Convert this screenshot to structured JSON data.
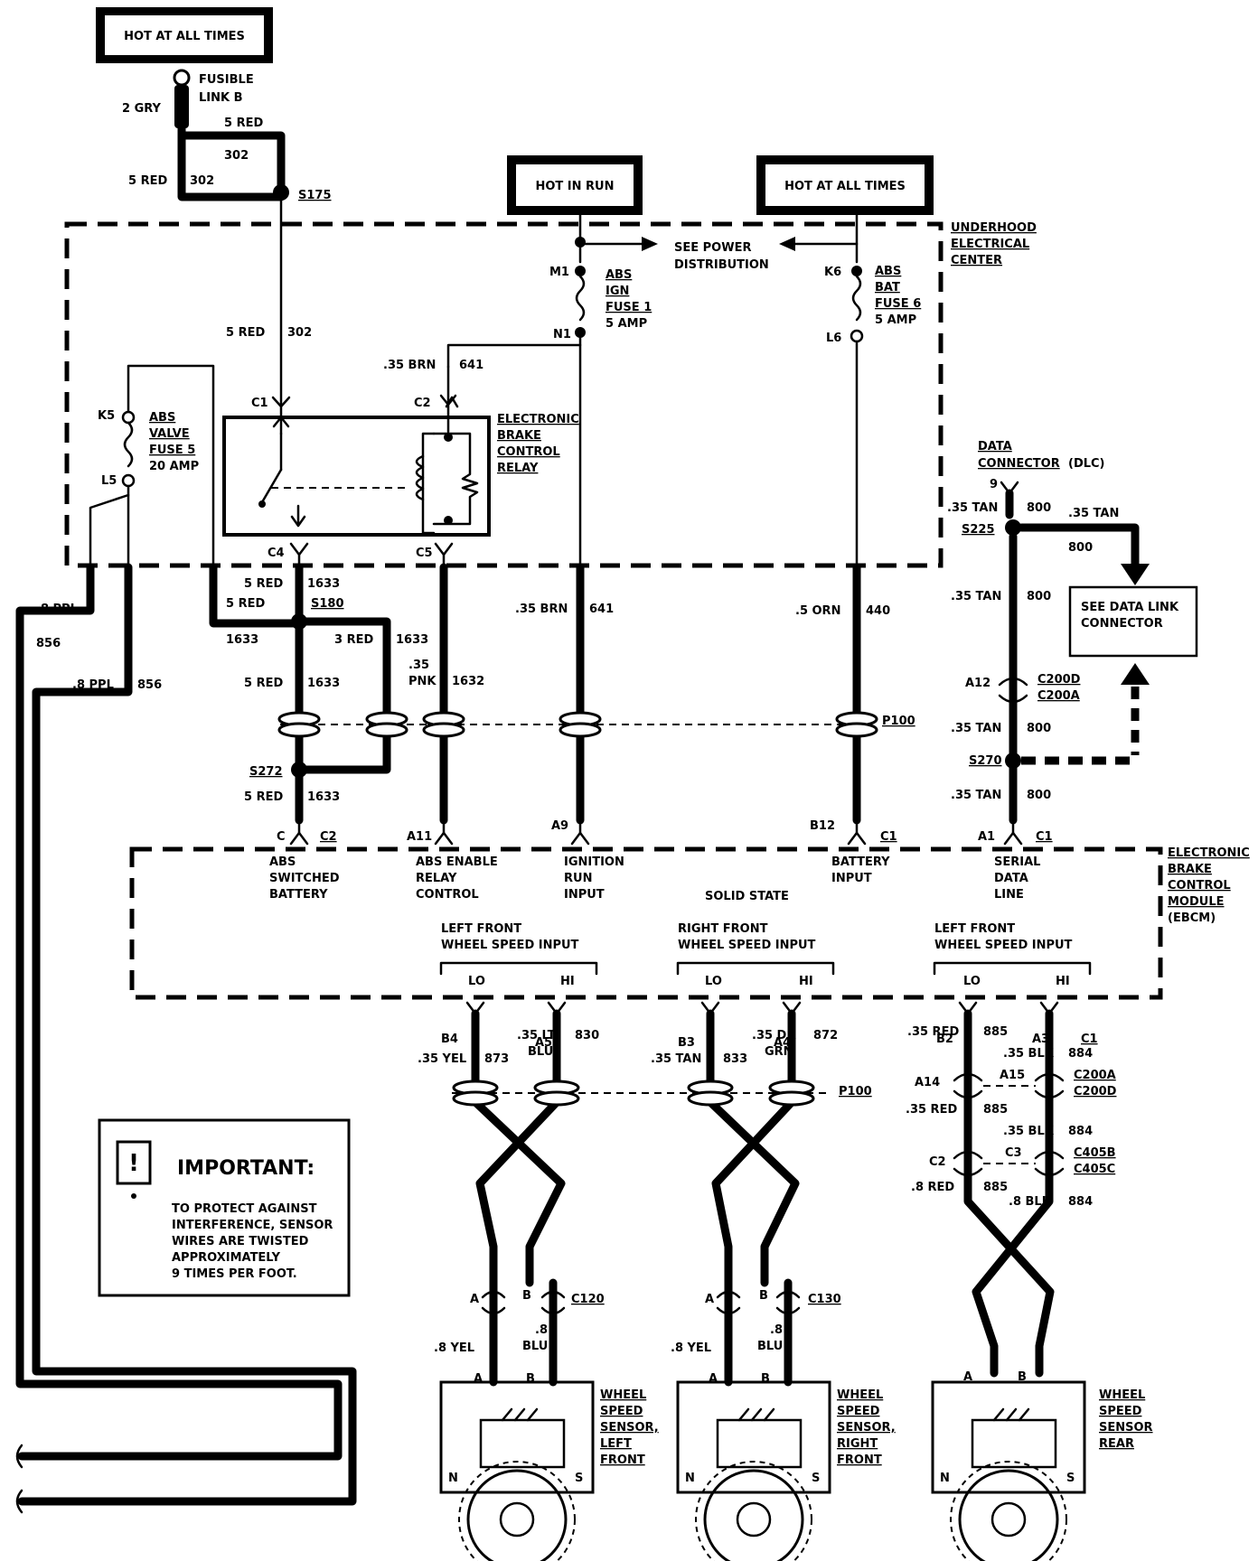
{
  "hot_boxes": {
    "top_left": "HOT AT ALL TIMES",
    "hot_in_run": "HOT IN RUN",
    "hot_at_all_times_right": "HOT AT ALL TIMES"
  },
  "fusible_link": {
    "label_1": "FUSIBLE",
    "label_2": "LINK B",
    "wire": "2 GRY"
  },
  "wires_top": {
    "top": "5 RED",
    "loop_302_top": "302",
    "left_label": "5 RED",
    "left_302": "302",
    "splice": "S175",
    "down_label": "5 RED",
    "down_302": "302"
  },
  "power_dist": {
    "line1": "SEE POWER",
    "line2": "DISTRIBUTION"
  },
  "uec": {
    "line1": "UNDERHOOD",
    "line2": "ELECTRICAL",
    "line3": "CENTER"
  },
  "fuse_ign": {
    "top_pin": "M1",
    "bottom_pin": "N1",
    "l1": "ABS",
    "l2": "IGN",
    "l3": "FUSE 1",
    "l4": "5 AMP"
  },
  "fuse_bat": {
    "top_pin": "K6",
    "bottom_pin": "L6",
    "l1": "ABS",
    "l2": "BAT",
    "l3": "FUSE 6",
    "l4": "5 AMP"
  },
  "fuse_valve": {
    "top_pin": "K5",
    "bottom_pin": "L5",
    "l1": "ABS",
    "l2": "VALVE",
    "l3": "FUSE 5",
    "l4": "20 AMP"
  },
  "relay": {
    "c1": "C1",
    "c2": "C2",
    "c4": "C4",
    "c5": "C5",
    "brn_label": ".35 BRN",
    "brn_circuit": "641",
    "name1": "ELECTRONIC",
    "name2": "BRAKE",
    "name3": "CONTROL",
    "name4": "RELAY"
  },
  "dlc": {
    "line1": "DATA",
    "line2": "CONNECTOR",
    "suffix": "(DLC)",
    "pin": "9",
    "w1": ".35 TAN",
    "c1": "800",
    "w2": ".35 TAN",
    "c2": "800",
    "splice": "S225",
    "see1": "SEE DATA LINK",
    "see2": "CONNECTOR"
  },
  "mid": {
    "c4_wire": "5 RED",
    "c4_circuit": "1633",
    "s180_wire": "5 RED",
    "s180": "S180",
    "s180_circuit": "1633",
    "branch_wire": "3 RED",
    "branch_circuit": "1633",
    "down_wire": "5 RED",
    "down_circuit": "1633",
    "s272": "S272",
    "low_wire": "5 RED",
    "low_circuit": "1633",
    "pnk_1": ".35",
    "pnk_2": "PNK",
    "pnk_circuit": "1632",
    "brn_wire": ".35 BRN",
    "brn_circuit": "641",
    "orn_wire": ".5 ORN",
    "orn_circuit": "440",
    "p100": "P100",
    "tan_a": ".35 TAN",
    "tan_a_circuit": "800",
    "a12": "A12",
    "c200d": "C200D",
    "c200a": "C200A",
    "tan_b": ".35 TAN",
    "tan_b_circuit": "800",
    "s270": "S270",
    "tan_c": ".35 TAN",
    "tan_c_circuit": "800"
  },
  "left_wire": {
    "ppl_1": ".8 PPL",
    "c856_1": "856",
    "ppl_2": ".8 PPL",
    "c856_2": "856"
  },
  "ebcm_pins": {
    "c": "C",
    "c2": "C2",
    "a11": "A11",
    "a9": "A9",
    "b12": "B12",
    "c1": "C1",
    "a1": "A1",
    "c1b": "C1"
  },
  "ebcm": {
    "abs_sw_1": "ABS",
    "abs_sw_2": "SWITCHED",
    "abs_sw_3": "BATTERY",
    "relay_1": "ABS ENABLE",
    "relay_2": "RELAY",
    "relay_3": "CONTROL",
    "ign_1": "IGNITION",
    "ign_2": "RUN",
    "ign_3": "INPUT",
    "bat_1": "BATTERY",
    "bat_2": "INPUT",
    "sdl_1": "SERIAL",
    "sdl_2": "DATA",
    "sdl_3": "LINE",
    "solid": "SOLID STATE",
    "name1": "ELECTRONIC",
    "name2": "BRAKE",
    "name3": "CONTROL",
    "name4": "MODULE",
    "name5": "(EBCM)",
    "lf1": "LEFT FRONT",
    "lf2": "WHEEL SPEED INPUT",
    "rf1": "RIGHT FRONT",
    "rf2": "WHEEL SPEED INPUT",
    "rr1": "LEFT FRONT",
    "rr2": "WHEEL SPEED INPUT",
    "lo": "LO",
    "hi": "HI"
  },
  "sensor_lf": {
    "b4": "B4",
    "a5": "A5",
    "yel": ".35 YEL",
    "c873": "873",
    "blu_1": ".35 LT",
    "blu_2": "BLU",
    "c830": "830",
    "a": "A",
    "b": "B",
    "conn": "C120",
    "yel8": ".8 YEL",
    "blu8_1": ".8",
    "blu8_2": "BLU",
    "pa": "A",
    "pb": "B",
    "n1": "WHEEL",
    "n2": "SPEED",
    "n3": "SENSOR,",
    "n4": "LEFT",
    "n5": "FRONT",
    "pole_n": "N",
    "pole_s": "S"
  },
  "sensor_rf": {
    "b3": "B3",
    "a4": "A4",
    "tan": ".35 TAN",
    "c833": "833",
    "grn_1": ".35 DK",
    "grn_2": "GRN",
    "c872": "872",
    "p100": "P100",
    "a": "A",
    "b": "B",
    "conn": "C130",
    "yel8": ".8 YEL",
    "blu8_1": ".8",
    "blu8_2": "BLU",
    "pa": "A",
    "pb": "B",
    "n1": "WHEEL",
    "n2": "SPEED",
    "n3": "SENSOR,",
    "n4": "RIGHT",
    "n5": "FRONT",
    "pole_n": "N",
    "pole_s": "S"
  },
  "sensor_rear": {
    "b2": "B2",
    "a3": "A3",
    "c1": "C1",
    "red": ".35 RED",
    "c885": "885",
    "blk": ".35 BLK",
    "c884": "884",
    "a14": "A14",
    "a15": "A15",
    "c200a": "C200A",
    "c200d": "C200D",
    "red2": ".35 RED",
    "c885b": "885",
    "blk2": ".35 BLK",
    "c884b": "884",
    "c2": "C2",
    "c3": "C3",
    "c405b": "C405B",
    "c405c": "C405C",
    "red8": ".8 RED",
    "c885c": "885",
    "blk8": ".8 BLK",
    "c884c": "884",
    "pa": "A",
    "pb": "B",
    "n1": "WHEEL",
    "n2": "SPEED",
    "n3": "SENSOR",
    "n4": "REAR",
    "pole_n": "N",
    "pole_s": "S"
  },
  "important": {
    "icon": "!",
    "title": "IMPORTANT:",
    "l1": "TO PROTECT AGAINST",
    "l2": "INTERFERENCE, SENSOR",
    "l3": "WIRES ARE TWISTED",
    "l4": "APPROXIMATELY",
    "l5": "9 TIMES PER FOOT."
  }
}
